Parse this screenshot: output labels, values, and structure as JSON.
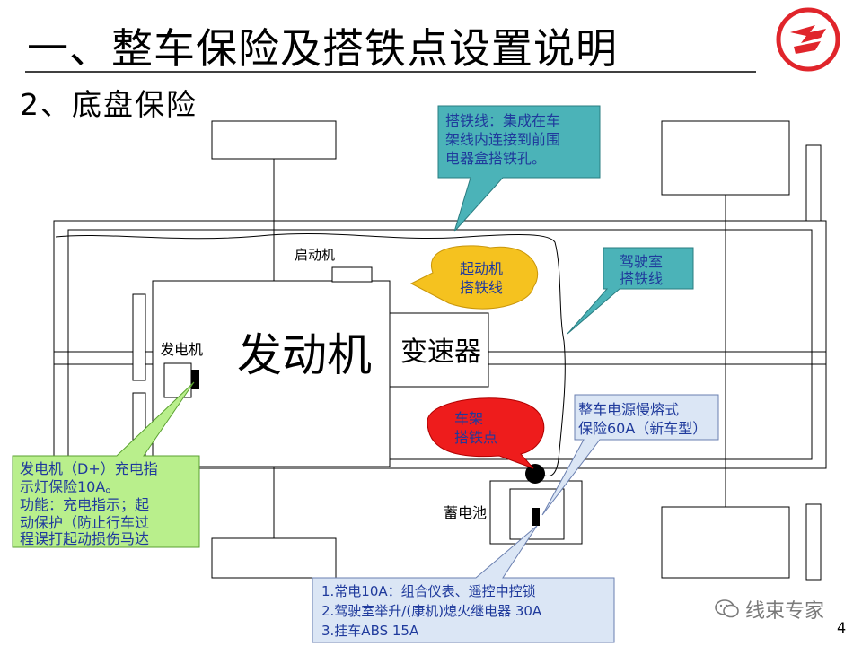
{
  "header": {
    "title": "一、整车保险及搭铁点设置说明",
    "subtitle": "2、底盘保险"
  },
  "diagram": {
    "components": {
      "starter": "启动机",
      "engine": "发动机",
      "transmission": "变速器",
      "alternator": "发电机",
      "battery": "蓄电池"
    },
    "callouts": {
      "ground_wire": [
        "搭铁线：集成在车",
        "架线内连接到前围",
        "电器盒搭铁孔。"
      ],
      "starter_ground": [
        "起动机",
        "搭铁线"
      ],
      "cab_ground": [
        "驾驶室",
        "搭铁线"
      ],
      "frame_ground": [
        "车架",
        "搭铁点"
      ],
      "main_fuse": [
        "整车电源慢熔式",
        "保险60A（新车型）"
      ],
      "alternator_fuse": [
        "发电机（D+）充电指",
        "示灯保险10A。",
        "功能：充电指示；起",
        "动保护（防止行车过",
        "程误打起动损伤马达"
      ],
      "fuse_list": [
        "1.常电10A：组合仪表、遥控中控锁",
        "2.驾驶室举升/(康机)熄火继电器  30A",
        "3.挂车ABS  15A"
      ]
    },
    "colors": {
      "teal_callout": "#4bb3b8",
      "yellow_callout": "#f5c21f",
      "red_callout": "#ee1c1c",
      "blue_callout": "#dbe6f5",
      "green_callout": "#b9ef8c",
      "callout_text": "#1f3a9c",
      "logo_red": "#e0252b"
    }
  },
  "footer": {
    "watermark": "线束专家",
    "page_number": "4"
  }
}
